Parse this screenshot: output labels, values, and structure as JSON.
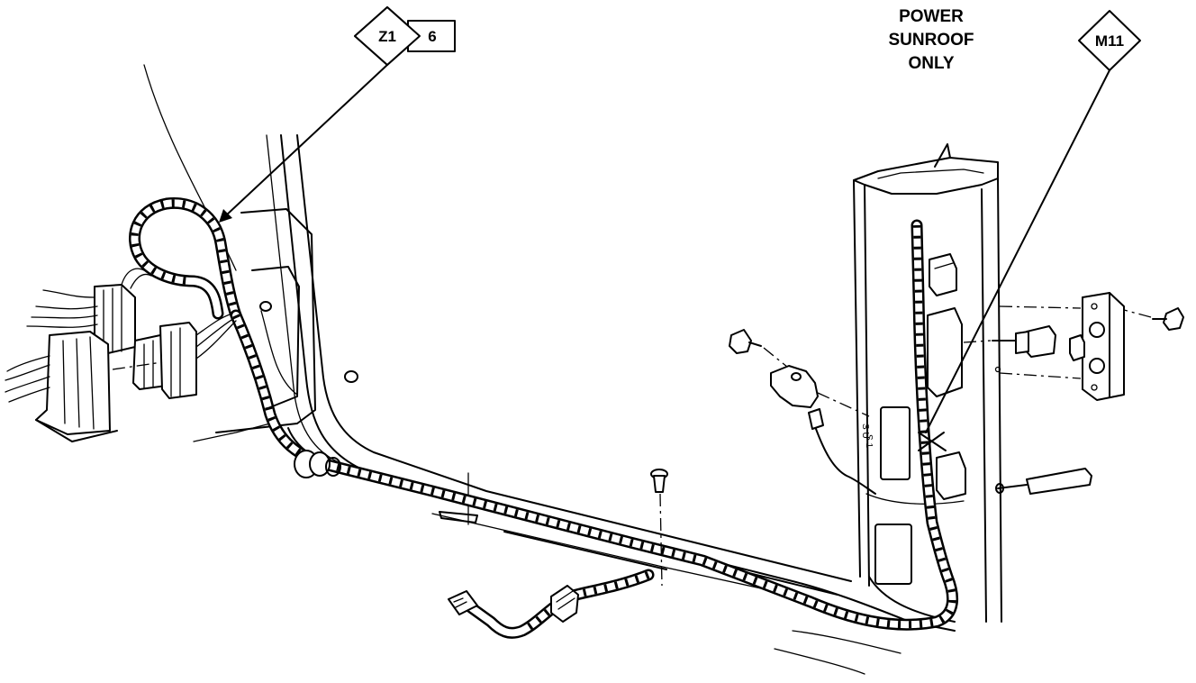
{
  "callouts": {
    "z1": {
      "label": "Z1",
      "detail": "6"
    },
    "m11": {
      "label": "M11"
    }
  },
  "note": {
    "line1": "POWER",
    "line2": "SUNROOF",
    "line3": "ONLY"
  },
  "colors": {
    "line": "#000000",
    "background": "#ffffff"
  }
}
